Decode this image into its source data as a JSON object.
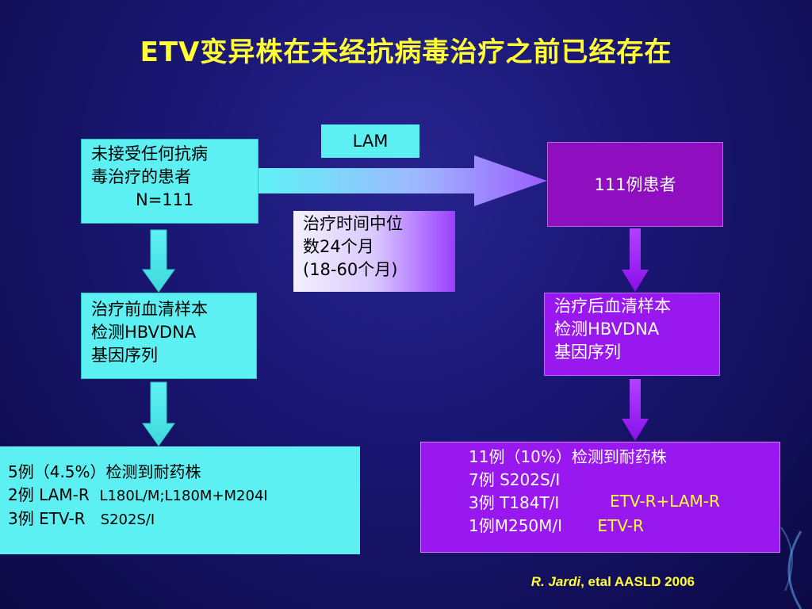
{
  "title": "ETV变异株在未经抗病毒治疗之前已经存在",
  "flow": {
    "untreated": {
      "line1": "未接受任何抗病",
      "line2": "毒治疗的患者",
      "line3": "N=111"
    },
    "lam": "LAM",
    "patients": "111例患者",
    "duration": {
      "line1": "治疗时间中位",
      "line2": "数24个月",
      "line3": "(18-60个月)"
    },
    "pre_test": {
      "line1": "治疗前血清样本",
      "line2": "检测HBVDNA",
      "line3": "基因序列"
    },
    "post_test": {
      "line1": "治疗后血清样本",
      "line2": "检测HBVDNA",
      "line3": "基因序列"
    }
  },
  "left_result": {
    "line1": "5例（4.5%）检测到耐药株",
    "line2_main": "2例 LAM-R",
    "line2_detail": "L180L/M;L180M+M204I",
    "line3_main": "3例 ETV-R",
    "line3_detail": "S202S/I"
  },
  "right_result": {
    "line1": "11例（10%）检测到耐药株",
    "line2": "7例 S202S/I",
    "line3": "3例 T184T/I",
    "line4": "1例M250M/I",
    "note_combined": "ETV-R+LAM-R",
    "note_etv": "ETV-R"
  },
  "citation": {
    "author": "R. Jardi",
    "rest": ", etal  AASLD 2006"
  }
}
